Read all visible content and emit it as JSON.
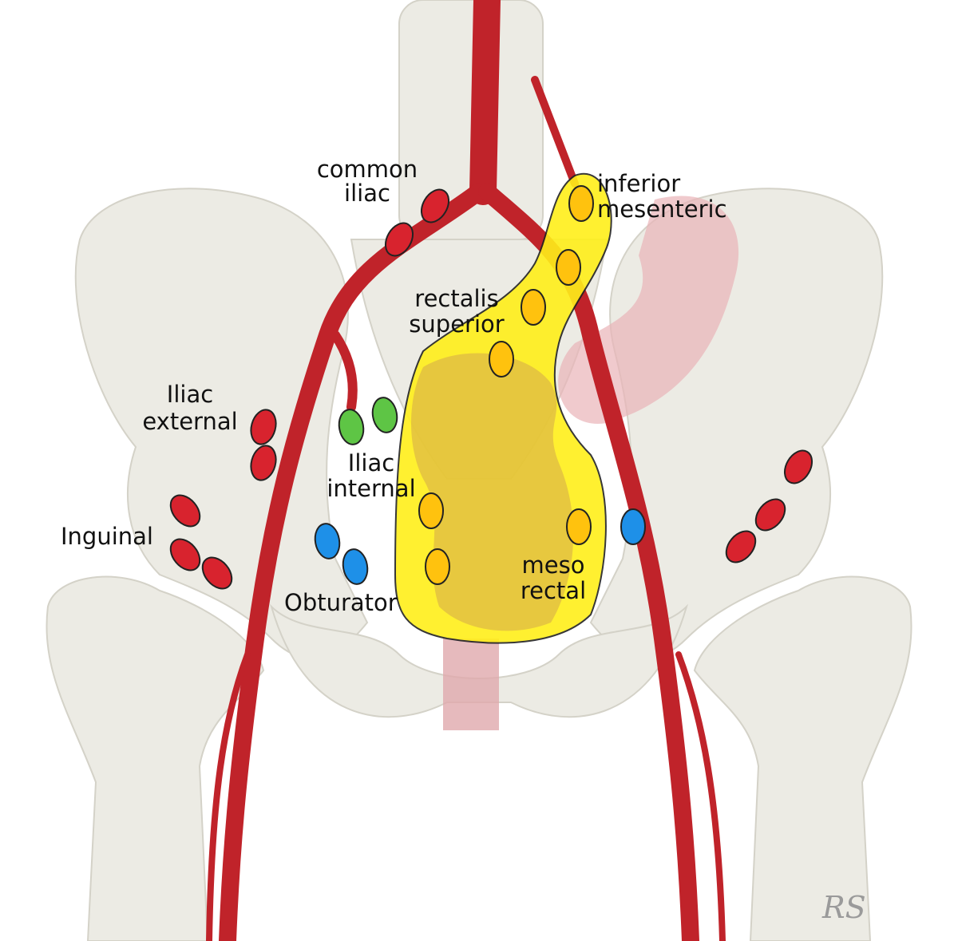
{
  "colors": {
    "artery": "#c0232a",
    "bone": "#ecebe4",
    "mesorectum": "#ffef1a",
    "colon": "#e9b3b8",
    "node_common_iliac": "#d8232e",
    "node_iliac_external": "#d8232e",
    "node_inguinal": "#d8232e",
    "node_iliac_internal": "#5ec545",
    "node_obturator": "#1e90e8",
    "node_mesorectal": "#ffc20e"
  },
  "labels": {
    "common_iliac": [
      "common",
      "iliac"
    ],
    "inferior_mesenteric": [
      "inferior",
      "mesenteric"
    ],
    "rectalis_superior": [
      "rectalis",
      "superior"
    ],
    "iliac_external": [
      "Iliac",
      "external"
    ],
    "iliac_internal": [
      "Iliac",
      "internal"
    ],
    "inguinal": [
      "Inguinal"
    ],
    "obturator": [
      "Obturator"
    ],
    "meso_rectal": [
      "meso",
      "rectal"
    ]
  },
  "signature": "RS"
}
